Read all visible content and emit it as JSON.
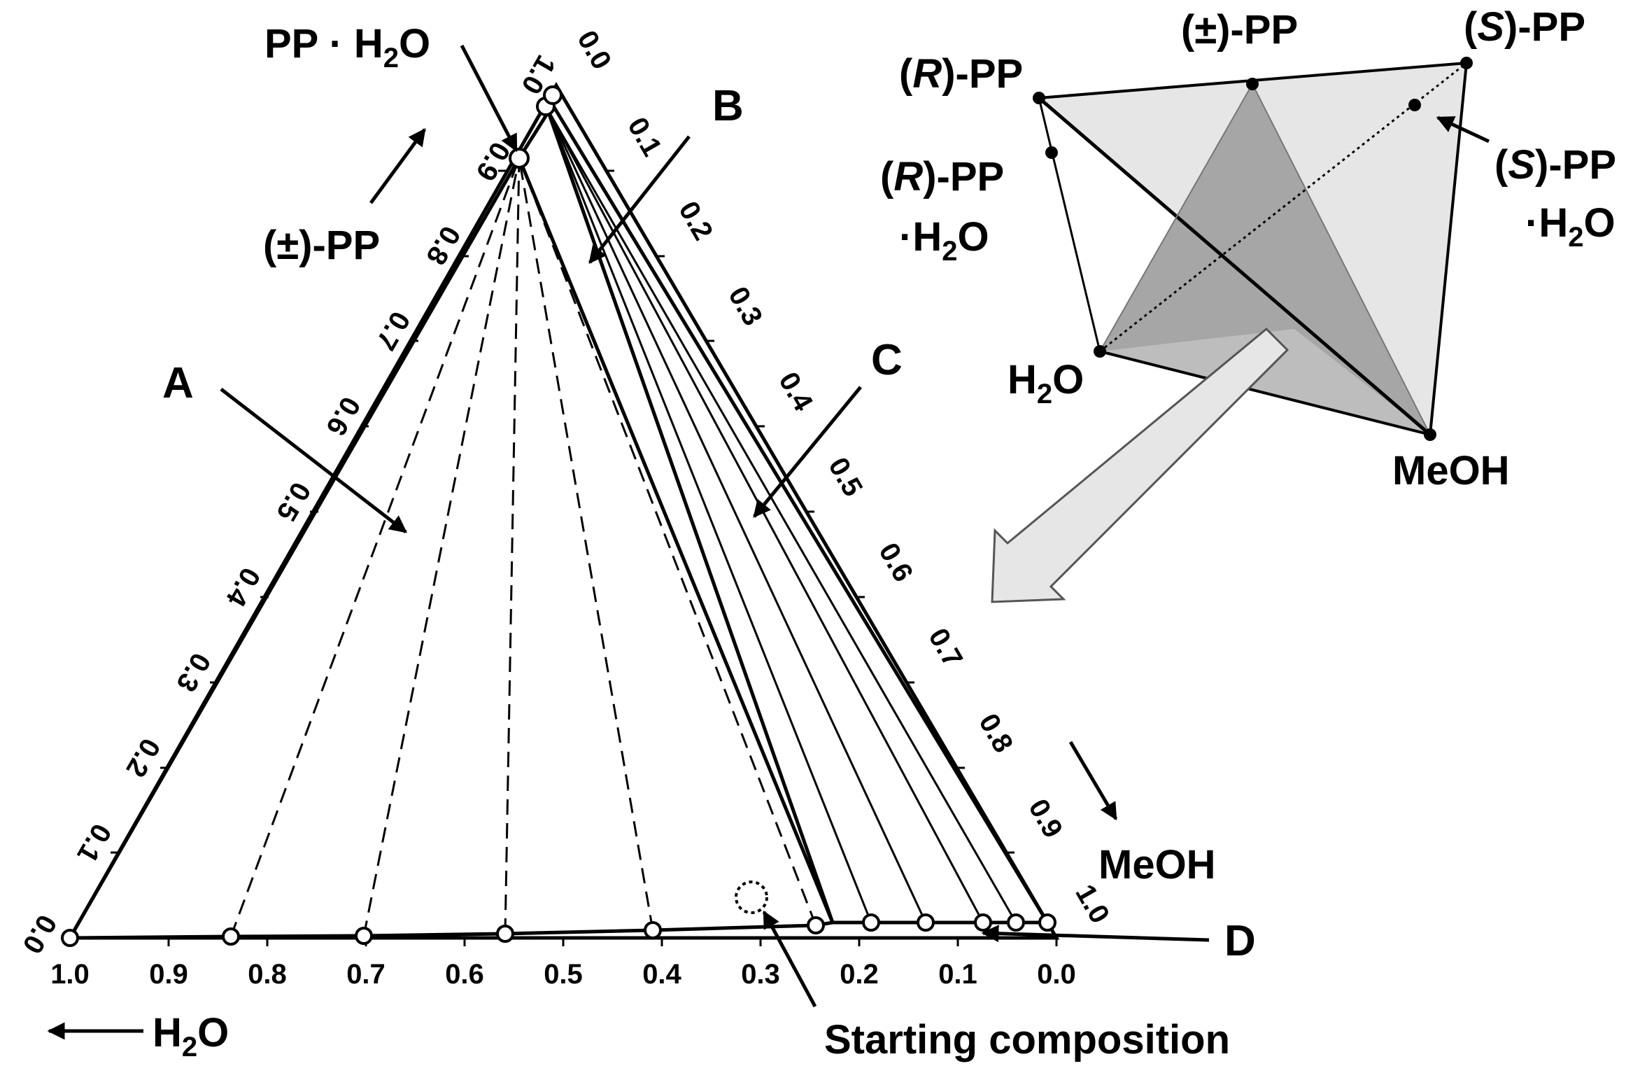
{
  "ternary": {
    "bottom_axis_ticks": [
      "1.0",
      "0.9",
      "0.8",
      "0.7",
      "0.6",
      "0.5",
      "0.4",
      "0.3",
      "0.2",
      "0.1",
      "0.0"
    ],
    "left_axis_ticks": [
      "0.0",
      "0.1",
      "0.2",
      "0.3",
      "0.4",
      "0.5",
      "0.6",
      "0.7",
      "0.8",
      "0.9",
      "1.0"
    ],
    "right_axis_ticks": [
      "0.0",
      "0.1",
      "0.2",
      "0.3",
      "0.4",
      "0.5",
      "0.6",
      "0.7",
      "0.8",
      "0.9",
      "1.0"
    ],
    "water_label": "H",
    "water_sub": "2",
    "water_tail": "O",
    "meoh_label": "MeOH",
    "pp_label": "(±)-PP",
    "hydrate_label_main": "PP · H",
    "hydrate_sub": "2",
    "hydrate_tail": "O",
    "region_a": "A",
    "region_b": "B",
    "region_c": "C",
    "region_d": "D",
    "starting_composition": "Starting composition"
  },
  "tetrahedron": {
    "r_pp": "(R)-PP",
    "r_pp_prefix": "(",
    "r_pp_italic": "R",
    "r_pp_suffix": ")-PP",
    "rac_pp": "(±)-PP",
    "s_pp_prefix": "(",
    "s_pp_italic": "S",
    "s_pp_suffix": ")-PP",
    "r_hydrate_prefix": "(",
    "r_hydrate_italic": "R",
    "r_hydrate_suffix": ")-PP",
    "r_hydrate_line2": "·H",
    "r_hydrate_sub": "2",
    "r_hydrate_tail": "O",
    "s_hydrate_prefix": "(",
    "s_hydrate_italic": "S",
    "s_hydrate_suffix": ")-PP",
    "s_hydrate_line2": "·H",
    "s_hydrate_sub": "2",
    "s_hydrate_tail": "O",
    "h2o_label": "H",
    "h2o_sub": "2",
    "h2o_tail": "O",
    "meoh_label": "MeOH"
  }
}
